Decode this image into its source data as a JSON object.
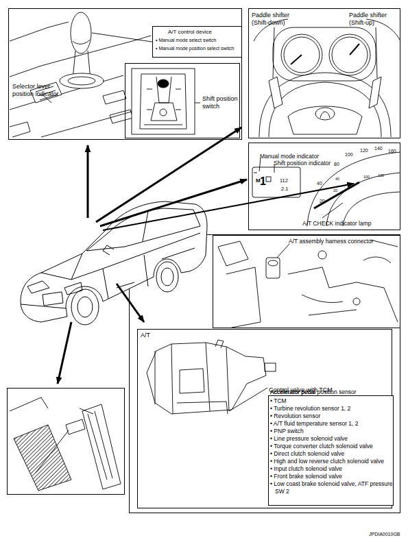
{
  "diagram": {
    "nodes": [
      {
        "text": [
          "Selector lever position indicator"
        ]
      },
      {
        "text": [
          "A/T control device",
          "• Manual mode select switch",
          "• Manual mode position select switch"
        ],
        "in": 0
      },
      {
        "text": [
          "Shift position switch"
        ],
        "in": 0
      },
      {
        "text": [
          "Paddle shifter (Shift-down)",
          "Paddle shifter (Shift-up)"
        ]
      },
      {
        "text": [
          "Manual mode indicator",
          "Shift position indicator",
          "A/T CHECK indicator lamp"
        ]
      },
      {
        "text": [
          "A/T assembly harness connector"
        ]
      },
      {
        "text": [
          "A/T"
        ]
      },
      {
        "text": [
          "Control valve with TCM",
          "• TCM",
          "• Turbine revolution sensor 1, 2",
          "• Revolution sensor",
          "• A/T fluid temperature sensor 1, 2",
          "• PNP switch",
          "• Line pressure solenoid valve",
          "• Torque converter clutch solenoid valve",
          "• Direct clutch solenoid valve",
          "• High and low reverse clutch solenoid valve",
          "• Input clutch solenoid valve",
          "• Front brake solenoid valve",
          "• Low coast brake solenoid valve, ATF pressure SW 2"
        ],
        "in": 6
      },
      {
        "text": [
          "Accelerator pedal",
          "Accelerator pedal position sensor"
        ]
      }
    ],
    "labels": [
      "100",
      "120",
      "140",
      "160",
      "80",
      "40",
      "20",
      "40",
      "20",
      "100",
      "120",
      "M",
      "1",
      "112",
      "2.1",
      "JPDIA0010GB"
    ]
  }
}
